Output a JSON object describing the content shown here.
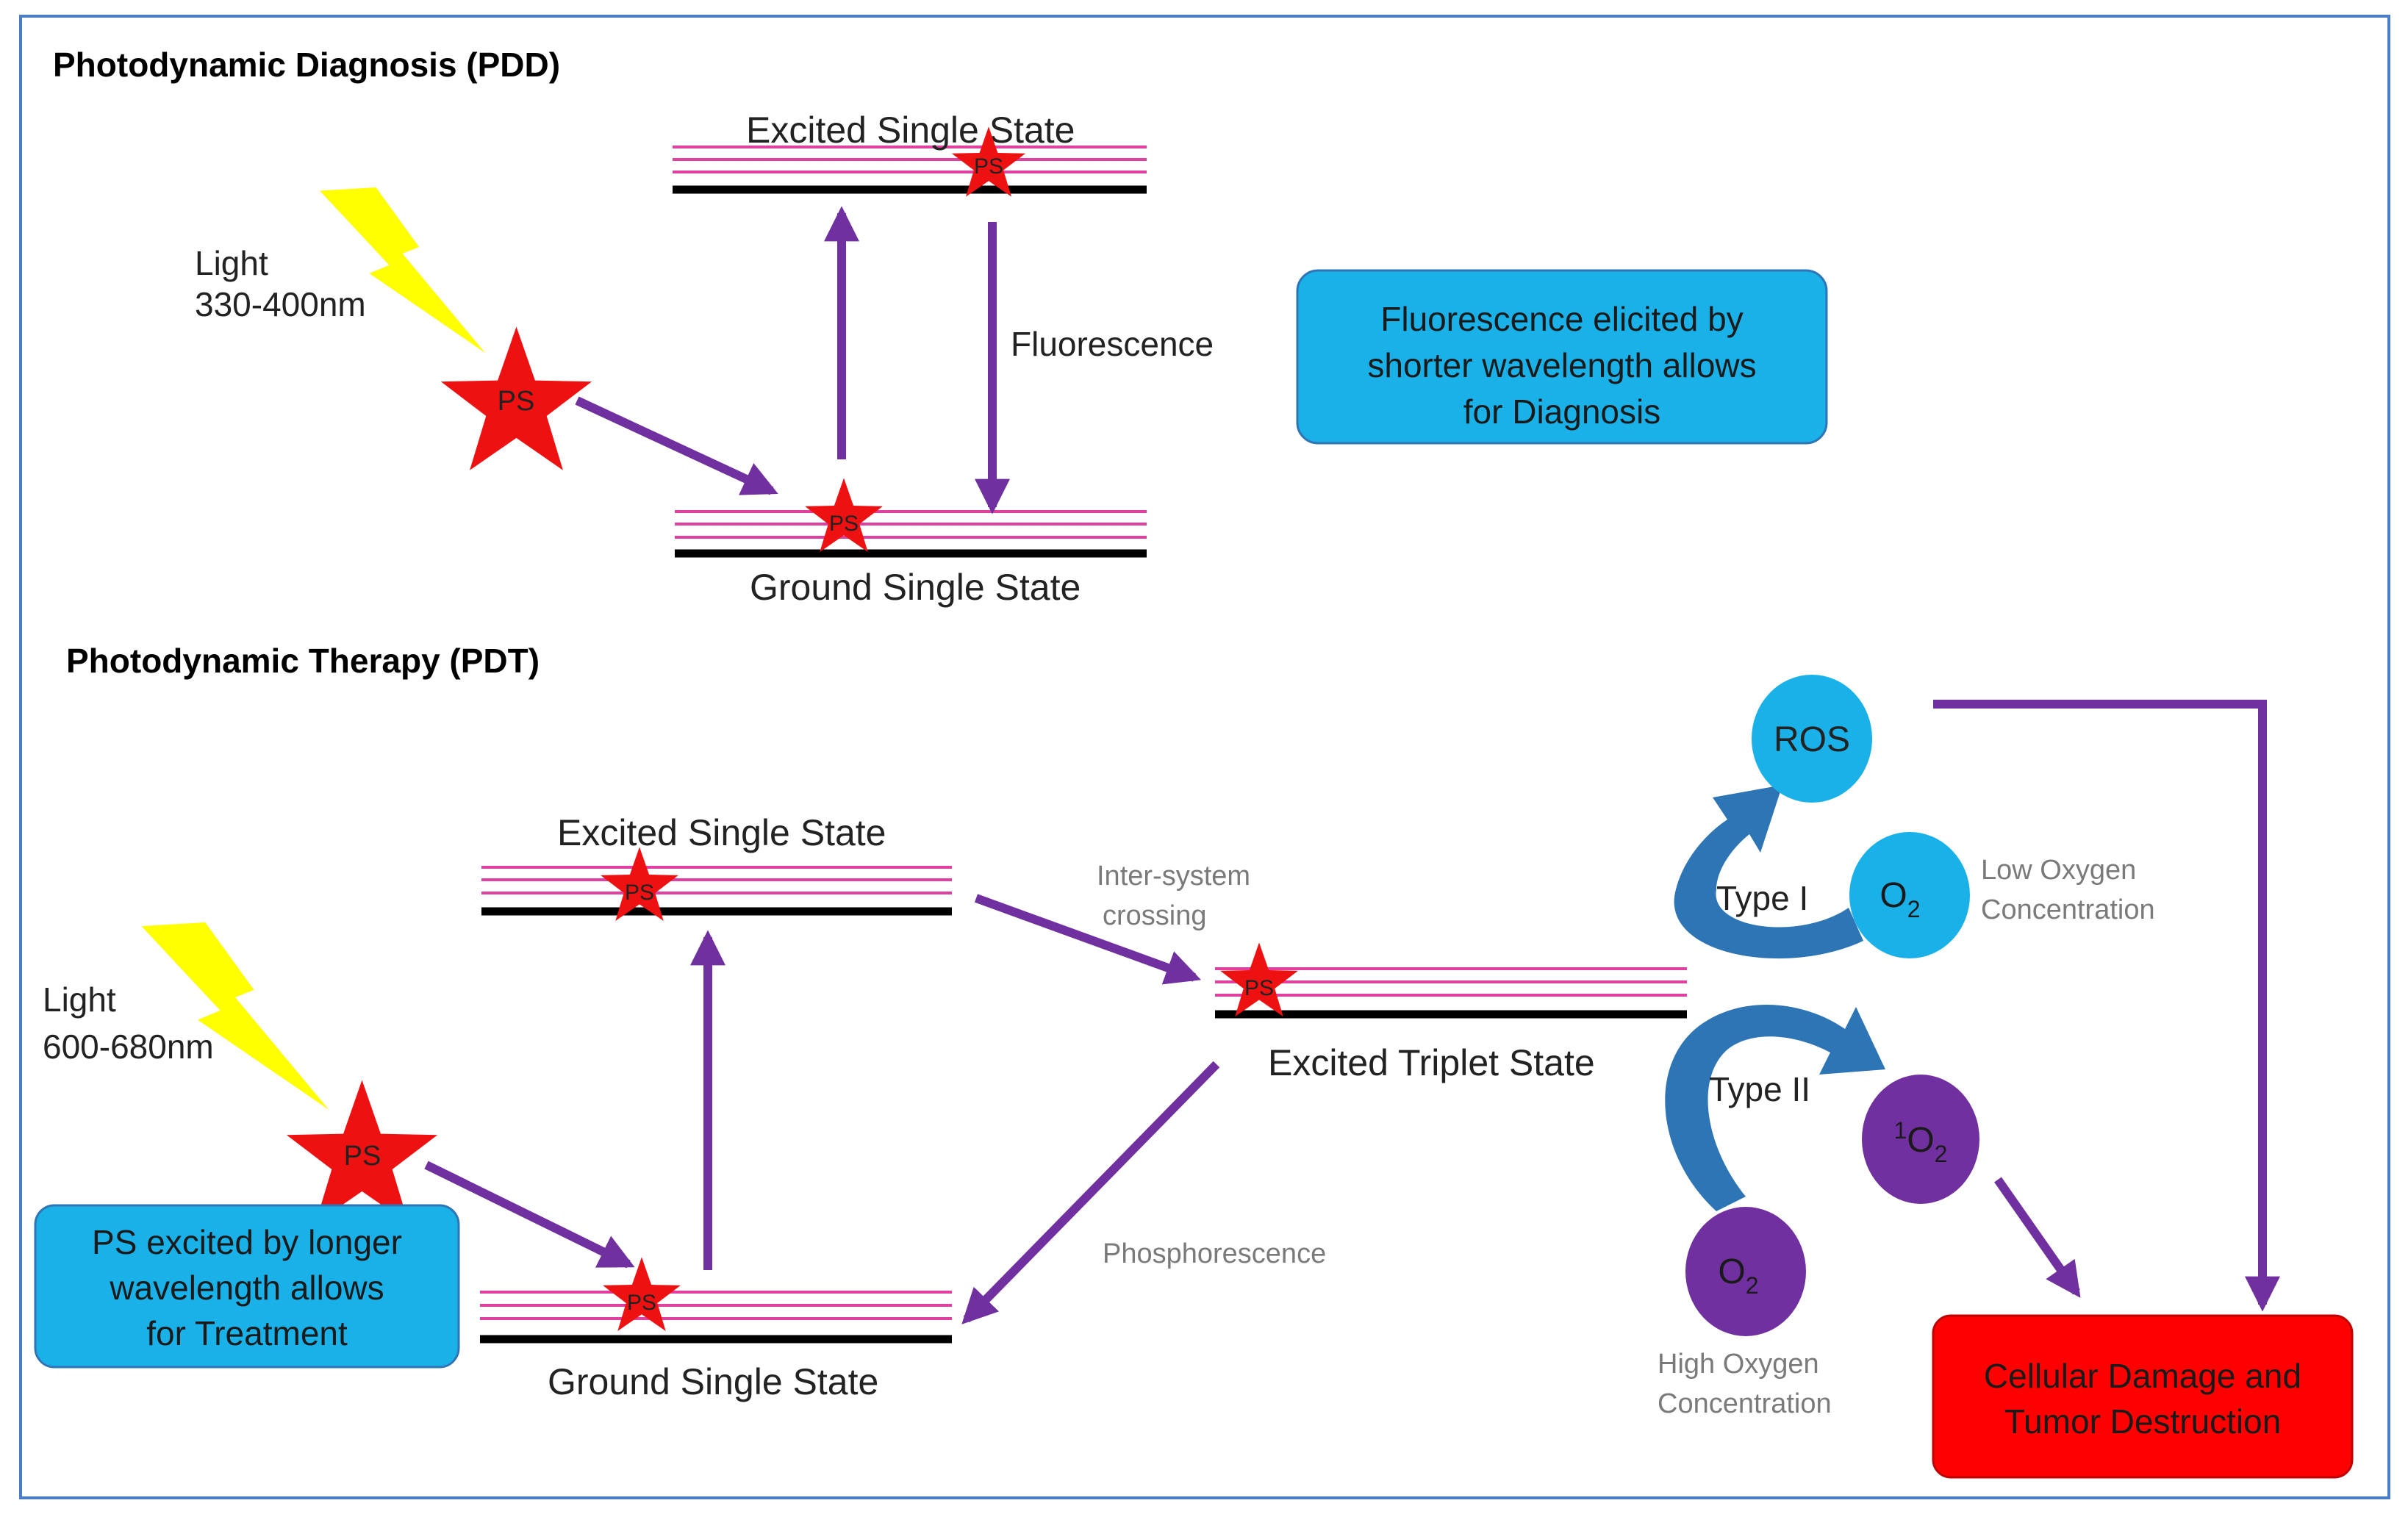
{
  "pdd": {
    "title": "Photodynamic Diagnosis (PDD)",
    "light_label": "Light",
    "light_range": "330-400nm",
    "excited_state": "Excited Single State",
    "ground_state": "Ground Single State",
    "fluorescence": "Fluorescence",
    "ps_label": "PS",
    "info_box": [
      "Fluorescence elicited by",
      "shorter wavelength allows",
      "for Diagnosis"
    ]
  },
  "pdt": {
    "title": "Photodynamic Therapy (PDT)",
    "light_label": "Light",
    "light_range": "600-680nm",
    "excited_state": "Excited Single State",
    "ground_state": "Ground Single State",
    "triplet_state": "Excited Triplet State",
    "isc": [
      "Inter-system",
      "crossing"
    ],
    "phosphorescence": "Phosphorescence",
    "ps_label": "PS",
    "info_box": [
      "PS excited by longer",
      "wavelength allows",
      "for Treatment"
    ],
    "ros": "ROS",
    "o2": "O",
    "o2_sub": "2",
    "singlet_sup": "1",
    "type1": "Type I",
    "type2": "Type II",
    "low_oxygen": [
      "Low Oxygen",
      "Concentration"
    ],
    "high_oxygen": [
      "High Oxygen",
      "Concentration"
    ],
    "outcome_box": [
      "Cellular Damage and",
      "Tumor Destruction"
    ]
  },
  "colors": {
    "border": "#4a7ec7",
    "star": "#ee1111",
    "bolt": "#ffff00",
    "arrow": "#7030a0",
    "energy_line": "#e040a0",
    "info_box": "#1ab0e8",
    "circle_light": "#1ab0e8",
    "circle_purple": "#7030a0",
    "outcome": "#ff0000",
    "curved_arrow": "#2e75b6"
  }
}
